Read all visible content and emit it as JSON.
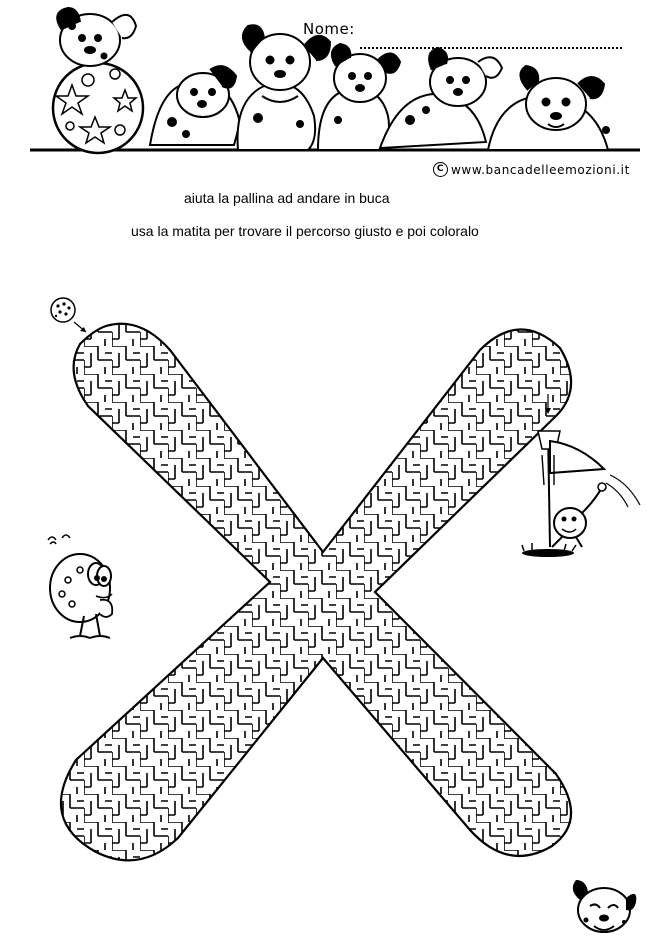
{
  "header": {
    "name_label": "Nome:",
    "credit": "www.bancadelleemozioni.it",
    "copyright_symbol": "C"
  },
  "instructions": {
    "line1": "aiuta la pallina ad andare in buca",
    "line2": "usa la matita per trovare il percorso giusto e poi coloralo"
  },
  "illustrations": {
    "header": "dalmatian-puppies-with-ball",
    "maze": "x-shaped-maze",
    "left": "ladybug-character",
    "right": "golf-ball-character-with-flag",
    "corner": "puppy-face"
  },
  "colors": {
    "ink": "#000000",
    "paper": "#ffffff"
  }
}
